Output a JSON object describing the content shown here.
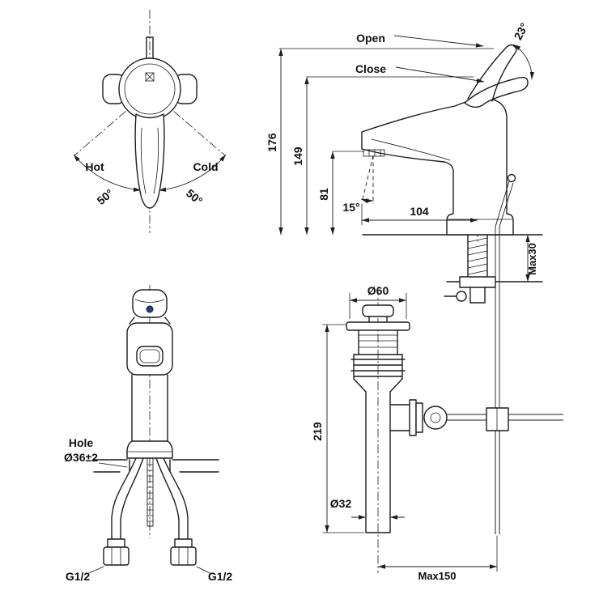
{
  "drawing": {
    "background": "#ffffff",
    "line_color": "#1c1c1c",
    "accent_dot_color": "#23408e"
  },
  "top_view": {
    "hot": "Hot",
    "cold": "Cold",
    "swing_left": "50°",
    "swing_right": "50°"
  },
  "side_view": {
    "open": "Open",
    "close": "Close",
    "lever_angle": "23°",
    "total_height": "176",
    "spout_height": "149",
    "outlet_height": "81",
    "stream_angle": "15°",
    "spout_reach": "104",
    "deck_thickness_max": "Max30"
  },
  "front_view": {
    "hole_label": "Hole",
    "hole_diameter": "Ø36±2",
    "thread_left": "G1/2",
    "thread_right": "G1/2"
  },
  "drain_view": {
    "flange_diameter": "Ø60",
    "body_height": "219",
    "pipe_diameter": "Ø32",
    "rod_reach_max": "Max150"
  }
}
